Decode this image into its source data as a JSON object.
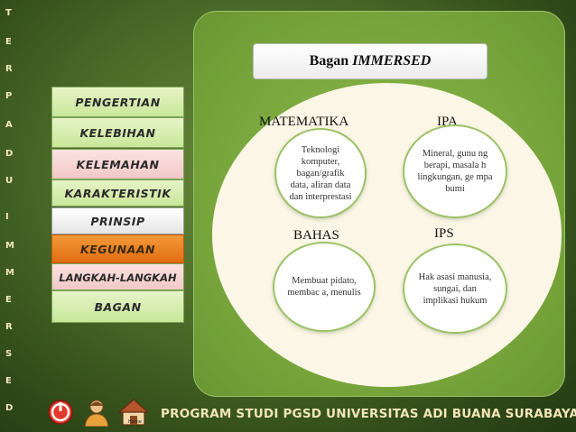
{
  "side_letters": [
    "T",
    "E",
    "R",
    "P",
    "A",
    "D",
    "U",
    "I",
    "M",
    "M",
    "E",
    "R",
    "S",
    "E",
    "D"
  ],
  "menu": [
    {
      "label": "PENGERTIAN",
      "style": "green"
    },
    {
      "label": "KELEBIHAN",
      "style": "green"
    },
    {
      "label": "KELEMAHAN",
      "style": "pink"
    },
    {
      "label": "KARAKTERISTIK",
      "style": "green"
    },
    {
      "label": "PRINSIP",
      "style": "white"
    },
    {
      "label": "KEGUNAAN",
      "style": "orange"
    },
    {
      "label": "LANGKAH-LANGKAH",
      "style": "pink"
    },
    {
      "label": "BAGAN",
      "style": "green"
    }
  ],
  "diagram": {
    "title_prefix": "Bagan ",
    "title_emph": "IMMERSED",
    "sections": [
      {
        "header": "MATEMATIKA",
        "text": "Teknologi komputer, bagan/grafik data, aliran data dan interprestasi"
      },
      {
        "header": "IPA",
        "text": "Mineral, gunu ng berapi, masala h lingkungan, ge mpa bumi"
      },
      {
        "header": "BAHAS A",
        "text": "Membuat pidato, membac a, menulis"
      },
      {
        "header": "IPS",
        "text": "Hak asasi manusia, sungai, dan implikasi hukum"
      }
    ]
  },
  "footer": {
    "text": "PROGRAM STUDI PGSD UNIVERSITAS ADI BUANA SURABAYA"
  },
  "icons": {
    "power": "power-button-icon",
    "user": "user-icon",
    "home": "home-icon",
    "home_label": "Home"
  },
  "colors": {
    "accent_green": "#8dba4e",
    "orange": "#e06c12",
    "footer_text": "#f1e6b8"
  }
}
